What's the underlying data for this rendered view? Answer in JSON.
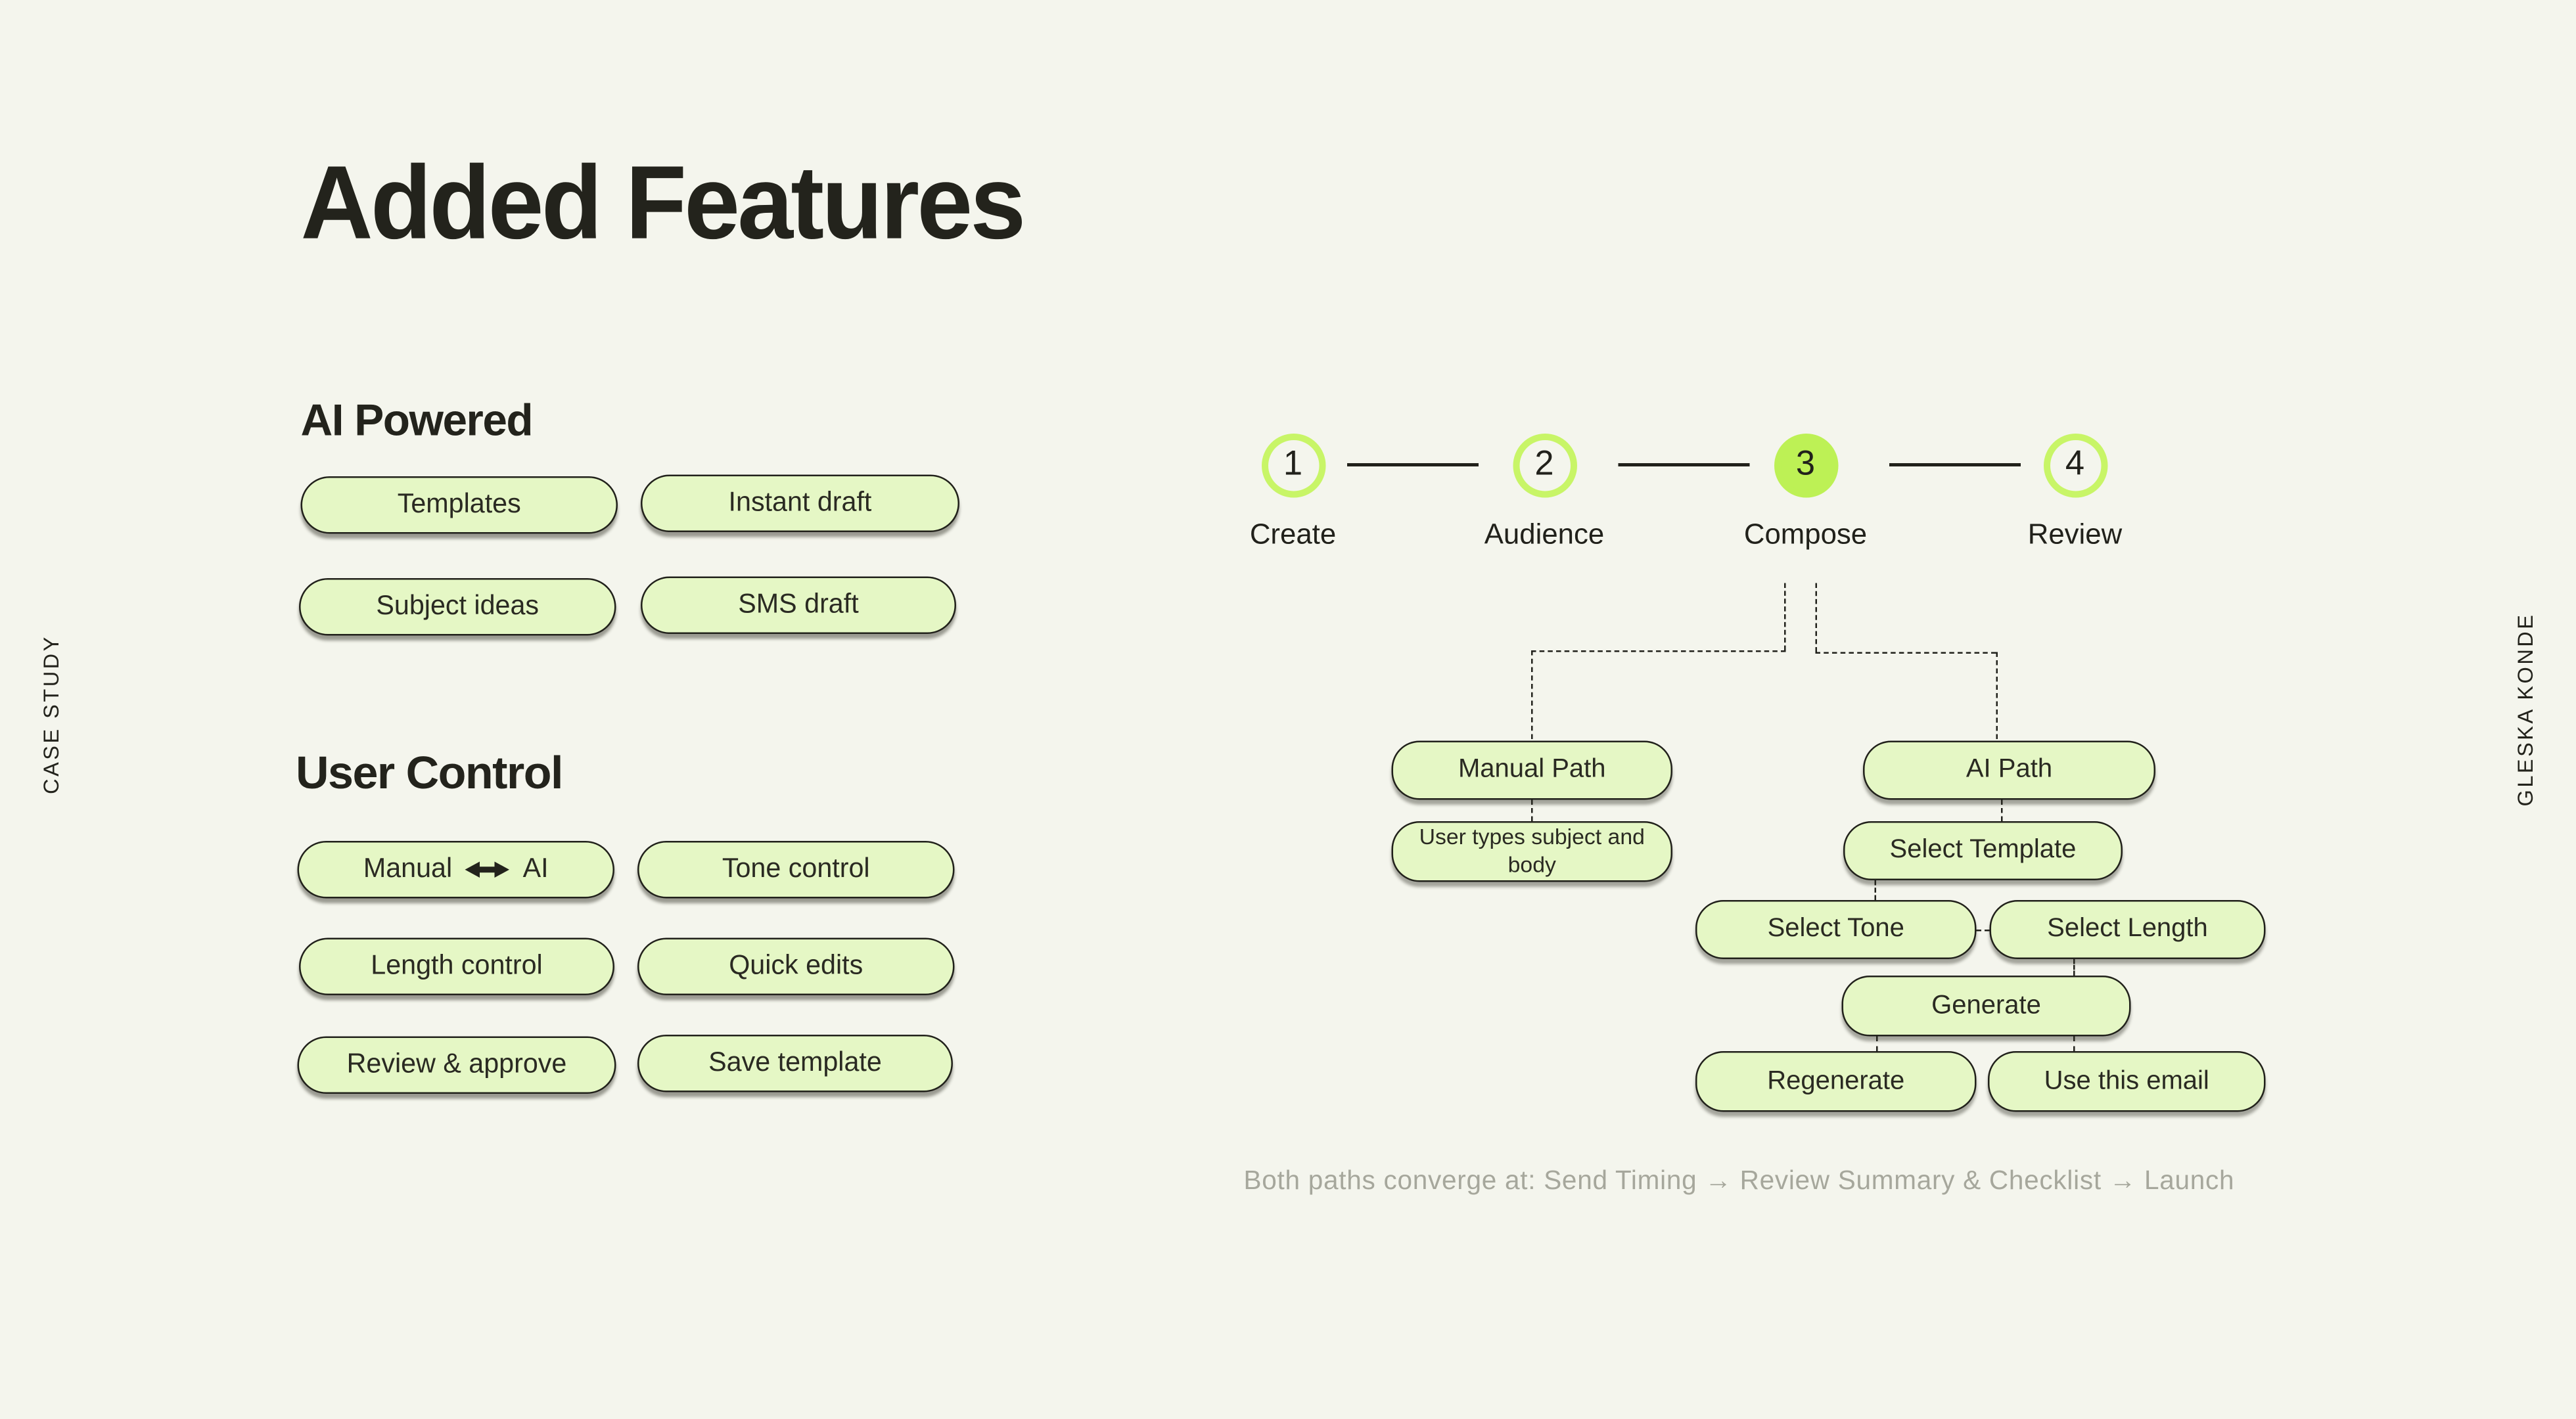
{
  "colors": {
    "bg": "#f4f5ed",
    "ink": "#21211b",
    "pill": "#e5f7c5",
    "lime": "#bdf155",
    "ring": "#c8f567",
    "muted": "#a6a79c"
  },
  "title": "Added Features",
  "side_labels": {
    "left": "CASE STUDY",
    "right": "GLESKA KONDE"
  },
  "ai_powered": {
    "heading": "AI Powered",
    "pills": [
      "Templates",
      "Instant draft",
      "Subject ideas",
      "SMS draft"
    ]
  },
  "user_control": {
    "heading": "User Control",
    "manual_ai": {
      "left": "Manual",
      "right": "AI"
    },
    "pills": [
      "Tone control",
      "Length control",
      "Quick edits",
      "Review & approve",
      "Save template"
    ]
  },
  "stepper": {
    "active_step": "3",
    "steps": [
      {
        "num": "1",
        "label": "Create"
      },
      {
        "num": "2",
        "label": "Audience"
      },
      {
        "num": "3",
        "label": "Compose"
      },
      {
        "num": "4",
        "label": "Review"
      }
    ]
  },
  "flowchart": {
    "manual_path": "Manual Path",
    "ai_path": "AI Path",
    "user_types": "User types subject and body",
    "select_template": "Select Template",
    "select_tone": "Select Tone",
    "select_length": "Select Length",
    "generate": "Generate",
    "regenerate": "Regenerate",
    "use_this_email": "Use this email",
    "note": "Both paths converge at: Send Timing → Review Summary & Checklist → Launch"
  }
}
